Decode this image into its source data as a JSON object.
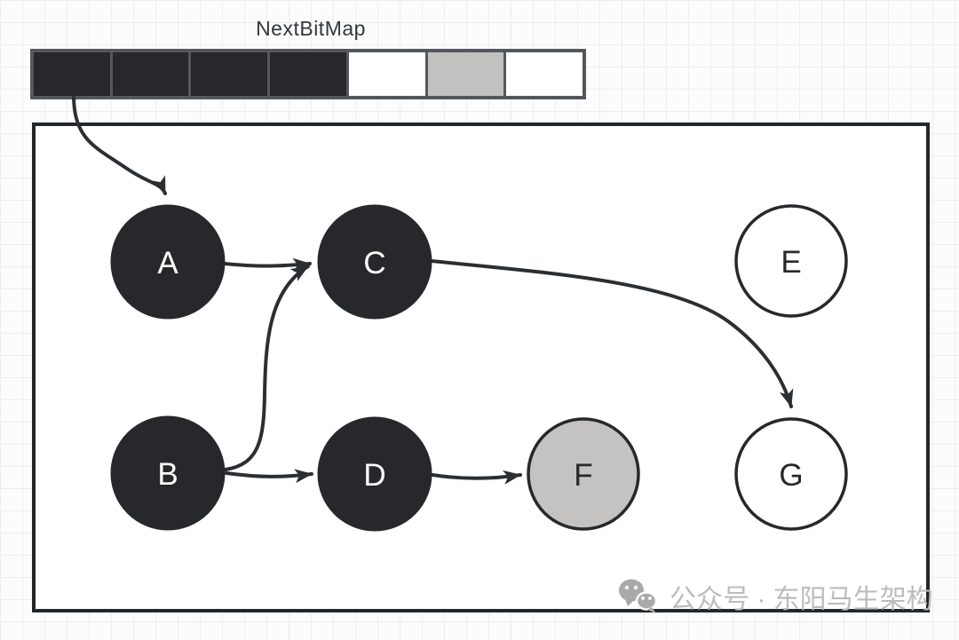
{
  "title": "NextBitMap",
  "bitmap": {
    "cells": [
      {
        "index": 0,
        "state": "filled"
      },
      {
        "index": 1,
        "state": "filled"
      },
      {
        "index": 2,
        "state": "filled"
      },
      {
        "index": 3,
        "state": "filled"
      },
      {
        "index": 4,
        "state": "empty"
      },
      {
        "index": 5,
        "state": "highlight"
      },
      {
        "index": 6,
        "state": "empty"
      }
    ],
    "colors": {
      "filled": "#26282b",
      "empty": "#ffffff",
      "highlight": "#c2c1c0",
      "border": "#54585c"
    }
  },
  "graph": {
    "nodes": [
      {
        "id": "A",
        "label": "A",
        "style": "filled-dark"
      },
      {
        "id": "B",
        "label": "B",
        "style": "filled-dark"
      },
      {
        "id": "C",
        "label": "C",
        "style": "filled-dark"
      },
      {
        "id": "D",
        "label": "D",
        "style": "filled-dark"
      },
      {
        "id": "E",
        "label": "E",
        "style": "outline-white"
      },
      {
        "id": "F",
        "label": "F",
        "style": "filled-gray"
      },
      {
        "id": "G",
        "label": "G",
        "style": "outline-white"
      }
    ],
    "edges": [
      {
        "from": "bitmap-cell-0",
        "to": "A"
      },
      {
        "from": "A",
        "to": "C"
      },
      {
        "from": "B",
        "to": "C"
      },
      {
        "from": "B",
        "to": "D"
      },
      {
        "from": "D",
        "to": "F"
      },
      {
        "from": "C",
        "to": "G"
      }
    ],
    "colors": {
      "node_dark": "#26282b",
      "node_gray": "#c4c3c2",
      "node_white": "#ffffff",
      "stroke": "#2b2f33",
      "label_on_dark": "#ffffff",
      "label_on_light": "#26282b"
    }
  },
  "watermark": {
    "icon": "wechat-icon",
    "text": "公众号 · 东阳马生架构",
    "color": "#bcbcbc"
  }
}
